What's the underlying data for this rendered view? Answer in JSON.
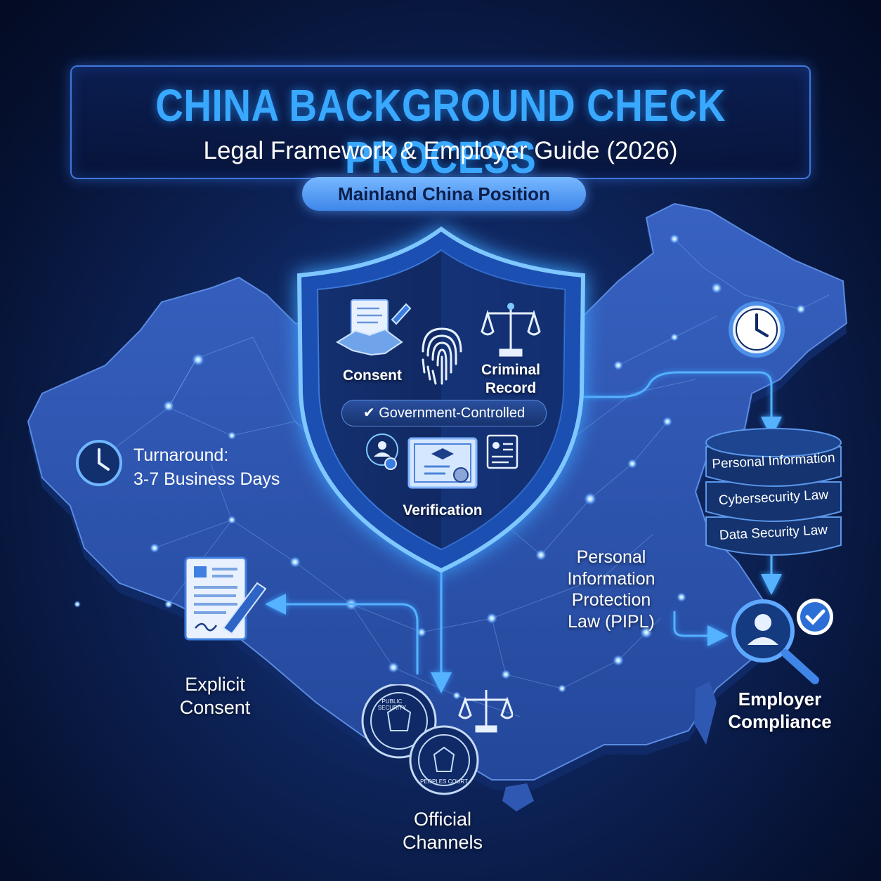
{
  "header": {
    "title": "CHINA BACKGROUND CHECK PROCESS",
    "subtitle": "Legal Framework & Employer Guide (2026)",
    "badge": "Mainland China Position"
  },
  "shield": {
    "consent_label": "Consent",
    "criminal_label_1": "Criminal",
    "criminal_label_2": "Record",
    "government_label": "Government-Controlled",
    "verification_label": "Verification"
  },
  "turnaround": {
    "line1": "Turnaround:",
    "line2": "3-7 Business Days"
  },
  "database": {
    "layers": [
      "Personal Information",
      "Cybersecurity Law",
      "Data Security Law"
    ]
  },
  "pipl": {
    "line1": "Personal",
    "line2": "Information",
    "line3": "Protection",
    "line4": "Law (PIPL)"
  },
  "explicit_consent": {
    "line1": "Explicit",
    "line2": "Consent"
  },
  "employer": {
    "line1": "Employer",
    "line2": "Compliance"
  },
  "official": {
    "line1": "Official",
    "line2": "Channels",
    "seal1": "PUBLIC SECURITY",
    "seal2": "PEOPLES COURT"
  },
  "colors": {
    "accent": "#39a8ff",
    "background": "#0d2358",
    "map": "#2d55ad",
    "glow": "#7fc0ff"
  }
}
